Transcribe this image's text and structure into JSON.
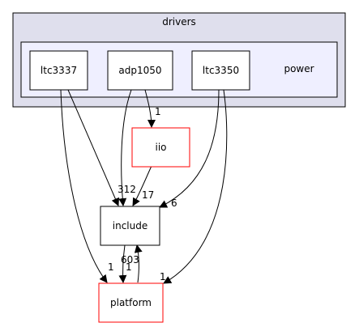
{
  "clusters": {
    "outer": {
      "label": "drivers",
      "fill": "#dfdfed",
      "stroke": "#000000"
    },
    "inner": {
      "label": "power",
      "fill": "#efefff",
      "stroke": "#000000"
    }
  },
  "nodes": {
    "ltc3337": {
      "label": "ltc3337",
      "stroke": "#000000"
    },
    "adp1050": {
      "label": "adp1050",
      "stroke": "#000000"
    },
    "ltc3350": {
      "label": "ltc3350",
      "stroke": "#000000"
    },
    "iio": {
      "label": "iio",
      "stroke": "#ff0000"
    },
    "include": {
      "label": "include",
      "stroke": "#000000"
    },
    "platform": {
      "label": "platform",
      "stroke": "#ff0000"
    }
  },
  "edges": {
    "adp1050_iio": {
      "label": "1"
    },
    "merged_include": {
      "label": "312"
    },
    "iio_include": {
      "label": "17"
    },
    "ltc3350_include": {
      "label": "6"
    },
    "ltc3337_platform": {
      "label": "1"
    },
    "include_platform": {
      "label": "603"
    },
    "platform_include": {
      "label": "1"
    },
    "ltc3350_platform": {
      "label": "1"
    }
  }
}
